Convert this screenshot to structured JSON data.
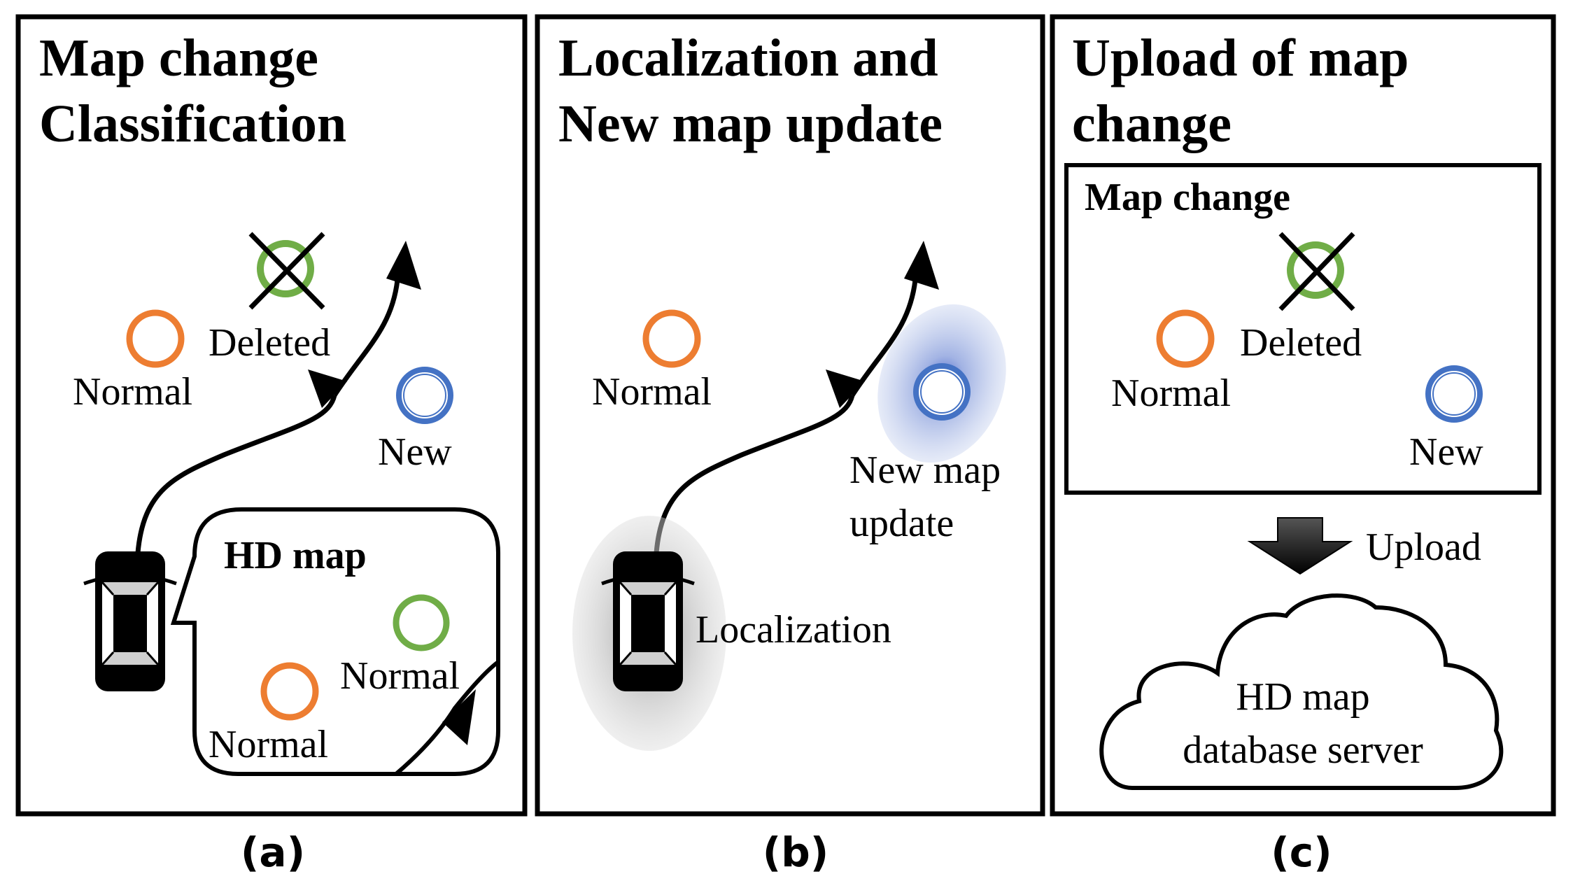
{
  "panels": {
    "a": {
      "title_line1": "Map change",
      "title_line2": "Classification",
      "deleted_label": "Deleted",
      "normal_label": "Normal",
      "new_label": "New",
      "inset_title": "HD map",
      "inset_normal_1": "Normal",
      "inset_normal_2": "Normal",
      "caption": "(a)"
    },
    "b": {
      "title_line1": "Localization and",
      "title_line2": "New map update",
      "normal_label": "Normal",
      "update_line1": "New map",
      "update_line2": "update",
      "localization_label": "Localization",
      "caption": "(b)"
    },
    "c": {
      "title_line1": "Upload of map",
      "title_line2": "change",
      "box_title": "Map change",
      "deleted_label": "Deleted",
      "normal_label": "Normal",
      "new_label": "New",
      "upload_label": "Upload",
      "server_line1": "HD map",
      "server_line2": "database server",
      "caption": "(c)"
    }
  },
  "icons": [
    "normal-marker-icon",
    "deleted-marker-icon",
    "new-marker-icon",
    "vehicle-icon",
    "trajectory-arrow-icon",
    "upload-arrow-icon",
    "cloud-icon"
  ],
  "colors": {
    "normal": "#ED7D31",
    "deleted": "#70AD47",
    "new": "#4472C4",
    "frame": "#000000"
  }
}
